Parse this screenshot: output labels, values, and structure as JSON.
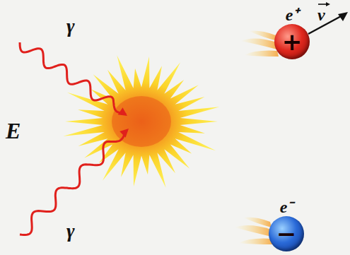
{
  "diagram": {
    "nodes": [
      {
        "text": [
          "e⁺",
          "+"
        ]
      },
      {
        "text": [
          "e⁻",
          "−"
        ]
      }
    ],
    "labels": [
      "γ",
      "γ",
      "E",
      "v"
    ]
  }
}
